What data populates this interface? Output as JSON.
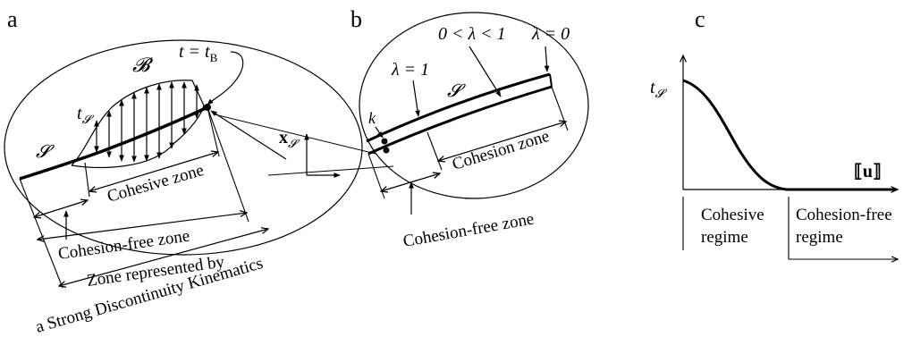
{
  "panel_a": {
    "label": "a",
    "body_symbol": "𝓑",
    "time_label_t": "t = t",
    "time_label_sub": "B",
    "traction_label": "t",
    "traction_sub": "𝓢",
    "surface_label": "𝓢",
    "point_label": "x",
    "point_sub": "𝓢",
    "cohesive_zone": "Cohesive zone",
    "cohesion_free_zone": "Cohesion-free zone",
    "zone_represented_line1": "Zone represented by",
    "zone_represented_line2": "a Strong Discontinuity Kinematics"
  },
  "panel_b": {
    "label": "b",
    "lambda_mid": "0 < λ < 1",
    "lambda_zero": "λ = 0",
    "lambda_one": "λ = 1",
    "surface_label": "𝓢",
    "k_label": "k",
    "cohesion_zone": "Cohesion zone",
    "cohesion_free_zone": "Cohesion-free zone"
  },
  "panel_c": {
    "label": "c",
    "y_label": "t",
    "y_sub": "𝓢",
    "x_label": "⟦u⟧",
    "cohesive_regime_line1": "Cohesive",
    "cohesive_regime_line2": "regime",
    "cohesion_free_regime_line1": "Cohesion-free",
    "cohesion_free_regime_line2": "regime"
  }
}
